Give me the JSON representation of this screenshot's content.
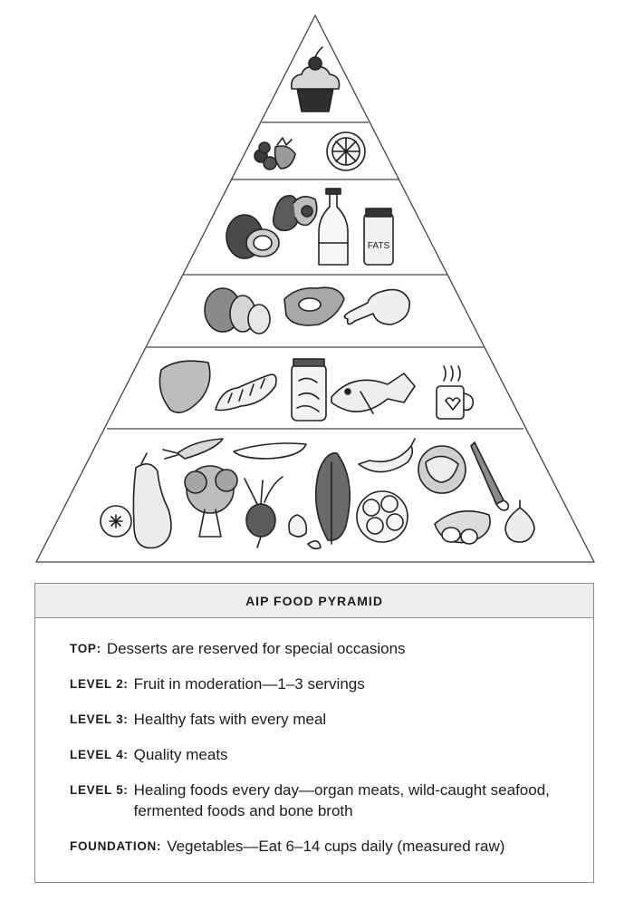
{
  "legend": {
    "title": "AIP FOOD PYRAMID",
    "items": [
      {
        "label": "TOP:",
        "text": "Desserts are reserved for special occasions"
      },
      {
        "label": "LEVEL 2:",
        "text": "Fruit in moderation—1–3 servings"
      },
      {
        "label": "LEVEL 3:",
        "text": "Healthy fats with every meal"
      },
      {
        "label": "LEVEL 4:",
        "text": "Quality meats"
      },
      {
        "label": "LEVEL 5:",
        "text": "Healing foods every day—organ meats, wild-caught seafood, fermented foods and bone broth"
      },
      {
        "label": "FOUNDATION:",
        "text": "Vegetables—Eat 6–14 cups daily (measured raw)"
      }
    ]
  },
  "jar_label": "FATS",
  "illustrations": {
    "top": [
      "cupcake-icon"
    ],
    "level2": [
      "berries-icon",
      "citrus-slice-icon"
    ],
    "level3": [
      "coconut-icon",
      "avocado-icon",
      "oil-bottle-icon",
      "fats-jar-icon"
    ],
    "level4": [
      "roast-meat-icon",
      "steak-icon",
      "drumstick-icon"
    ],
    "level5": [
      "liver-icon",
      "shrimp-icon",
      "ferment-jar-icon",
      "fish-icon",
      "broth-mug-icon"
    ],
    "foundation": [
      "cucumber-slice-icon",
      "squash-icon",
      "carrot-icon",
      "broccoli-icon",
      "zucchini-icon",
      "beet-icon",
      "garlic-icon",
      "greens-icon",
      "cauliflower-icon",
      "banana-icon",
      "cabbage-icon",
      "sweet-potato-icon",
      "leek-icon",
      "onion-icon"
    ]
  }
}
